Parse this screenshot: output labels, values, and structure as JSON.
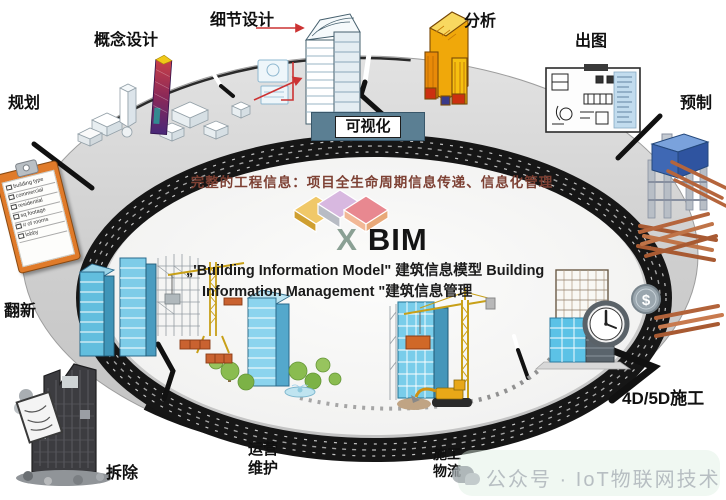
{
  "stage_labels": {
    "planning": "规划",
    "concept_design": "概念设计",
    "detail_design": "细节设计",
    "analysis": "分析",
    "drawing_output": "出图",
    "prefabrication": "预制",
    "visualization": "可视化",
    "renovation": "翻新",
    "construction_4d5d": "4D/5D施工",
    "demolition": "拆除",
    "operation_line1": "运营",
    "operation_line2": "维护",
    "logistics_line1": "施工",
    "logistics_line2": "物流"
  },
  "center": {
    "info_line": "完整的工程信息：项目全生命周期信息传递、信息化管理",
    "logo_x": "X",
    "logo_bim": "BIM",
    "desc_line1": "„'Building Information Model\" 建筑信息模型  Building",
    "desc_line2": "Information Management \"建筑信息管理"
  },
  "watermark": {
    "text": "公众号 · IoT物联网技术"
  },
  "clipboard": {
    "items": [
      "building type",
      "commercial",
      "residential",
      "sq footage",
      "# of rooms",
      "lobby"
    ]
  },
  "icons": {
    "dollar": "$"
  },
  "colors": {
    "road_gray": "#d2d2d2",
    "band_black": "#161616",
    "banner_blue": "#5b7f93",
    "info_text_red": "#7d4033",
    "logo_x_green": "#8aa094",
    "watermark_gray": "#b7bec2",
    "crane_yellow": "#d8a418",
    "steel_copper": "#b2633a"
  }
}
